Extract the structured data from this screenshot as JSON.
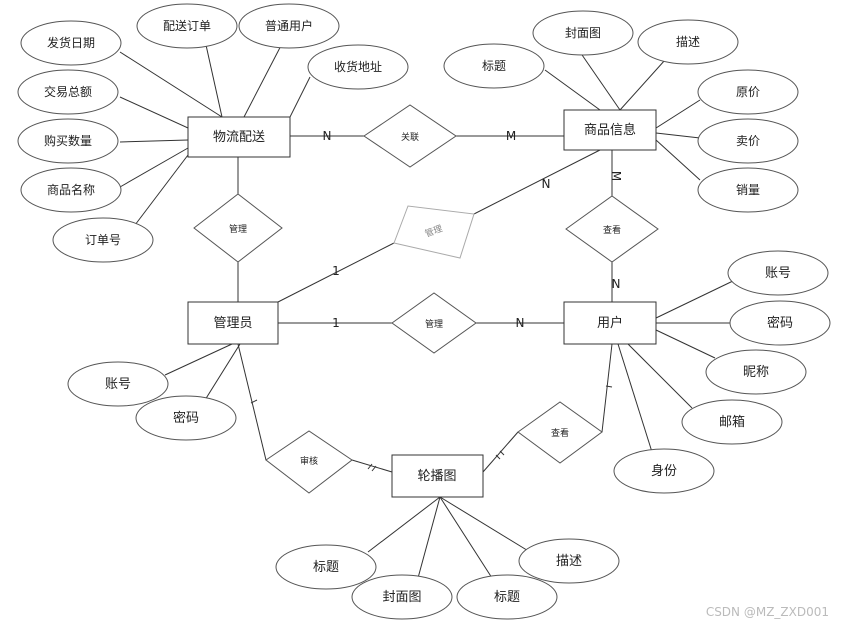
{
  "entities": {
    "logistics": "物流配送",
    "product": "商品信息",
    "admin": "管理员",
    "user": "用户",
    "carousel": "轮播图"
  },
  "relationships": {
    "associate": "关联",
    "manage_logistics": "管理",
    "manage_product": "管理",
    "manage_user": "管理",
    "view_product": "查看",
    "view_carousel": "查看",
    "audit": "审核"
  },
  "attributes": {
    "logistics": [
      "发货日期",
      "配送订单",
      "普通用户",
      "收货地址",
      "交易总额",
      "购买数量",
      "商品名称",
      "订单号"
    ],
    "product": [
      "封面图",
      "描述",
      "标题",
      "原价",
      "卖价",
      "销量"
    ],
    "user": [
      "账号",
      "密码",
      "昵称",
      "邮箱",
      "身份"
    ],
    "admin": [
      "账号",
      "密码"
    ],
    "carousel": [
      "标题",
      "封面图",
      "标题",
      "描述"
    ]
  },
  "cardinalities": {
    "logistics_associate": "N",
    "associate_product": "M",
    "product_manage": "N",
    "admin_manage_product": "1",
    "product_view": "M",
    "user_view_product": "N",
    "admin_manage_user": "1",
    "user_manage": "N"
  },
  "watermark": "CSDN @MZ_ZXD001"
}
